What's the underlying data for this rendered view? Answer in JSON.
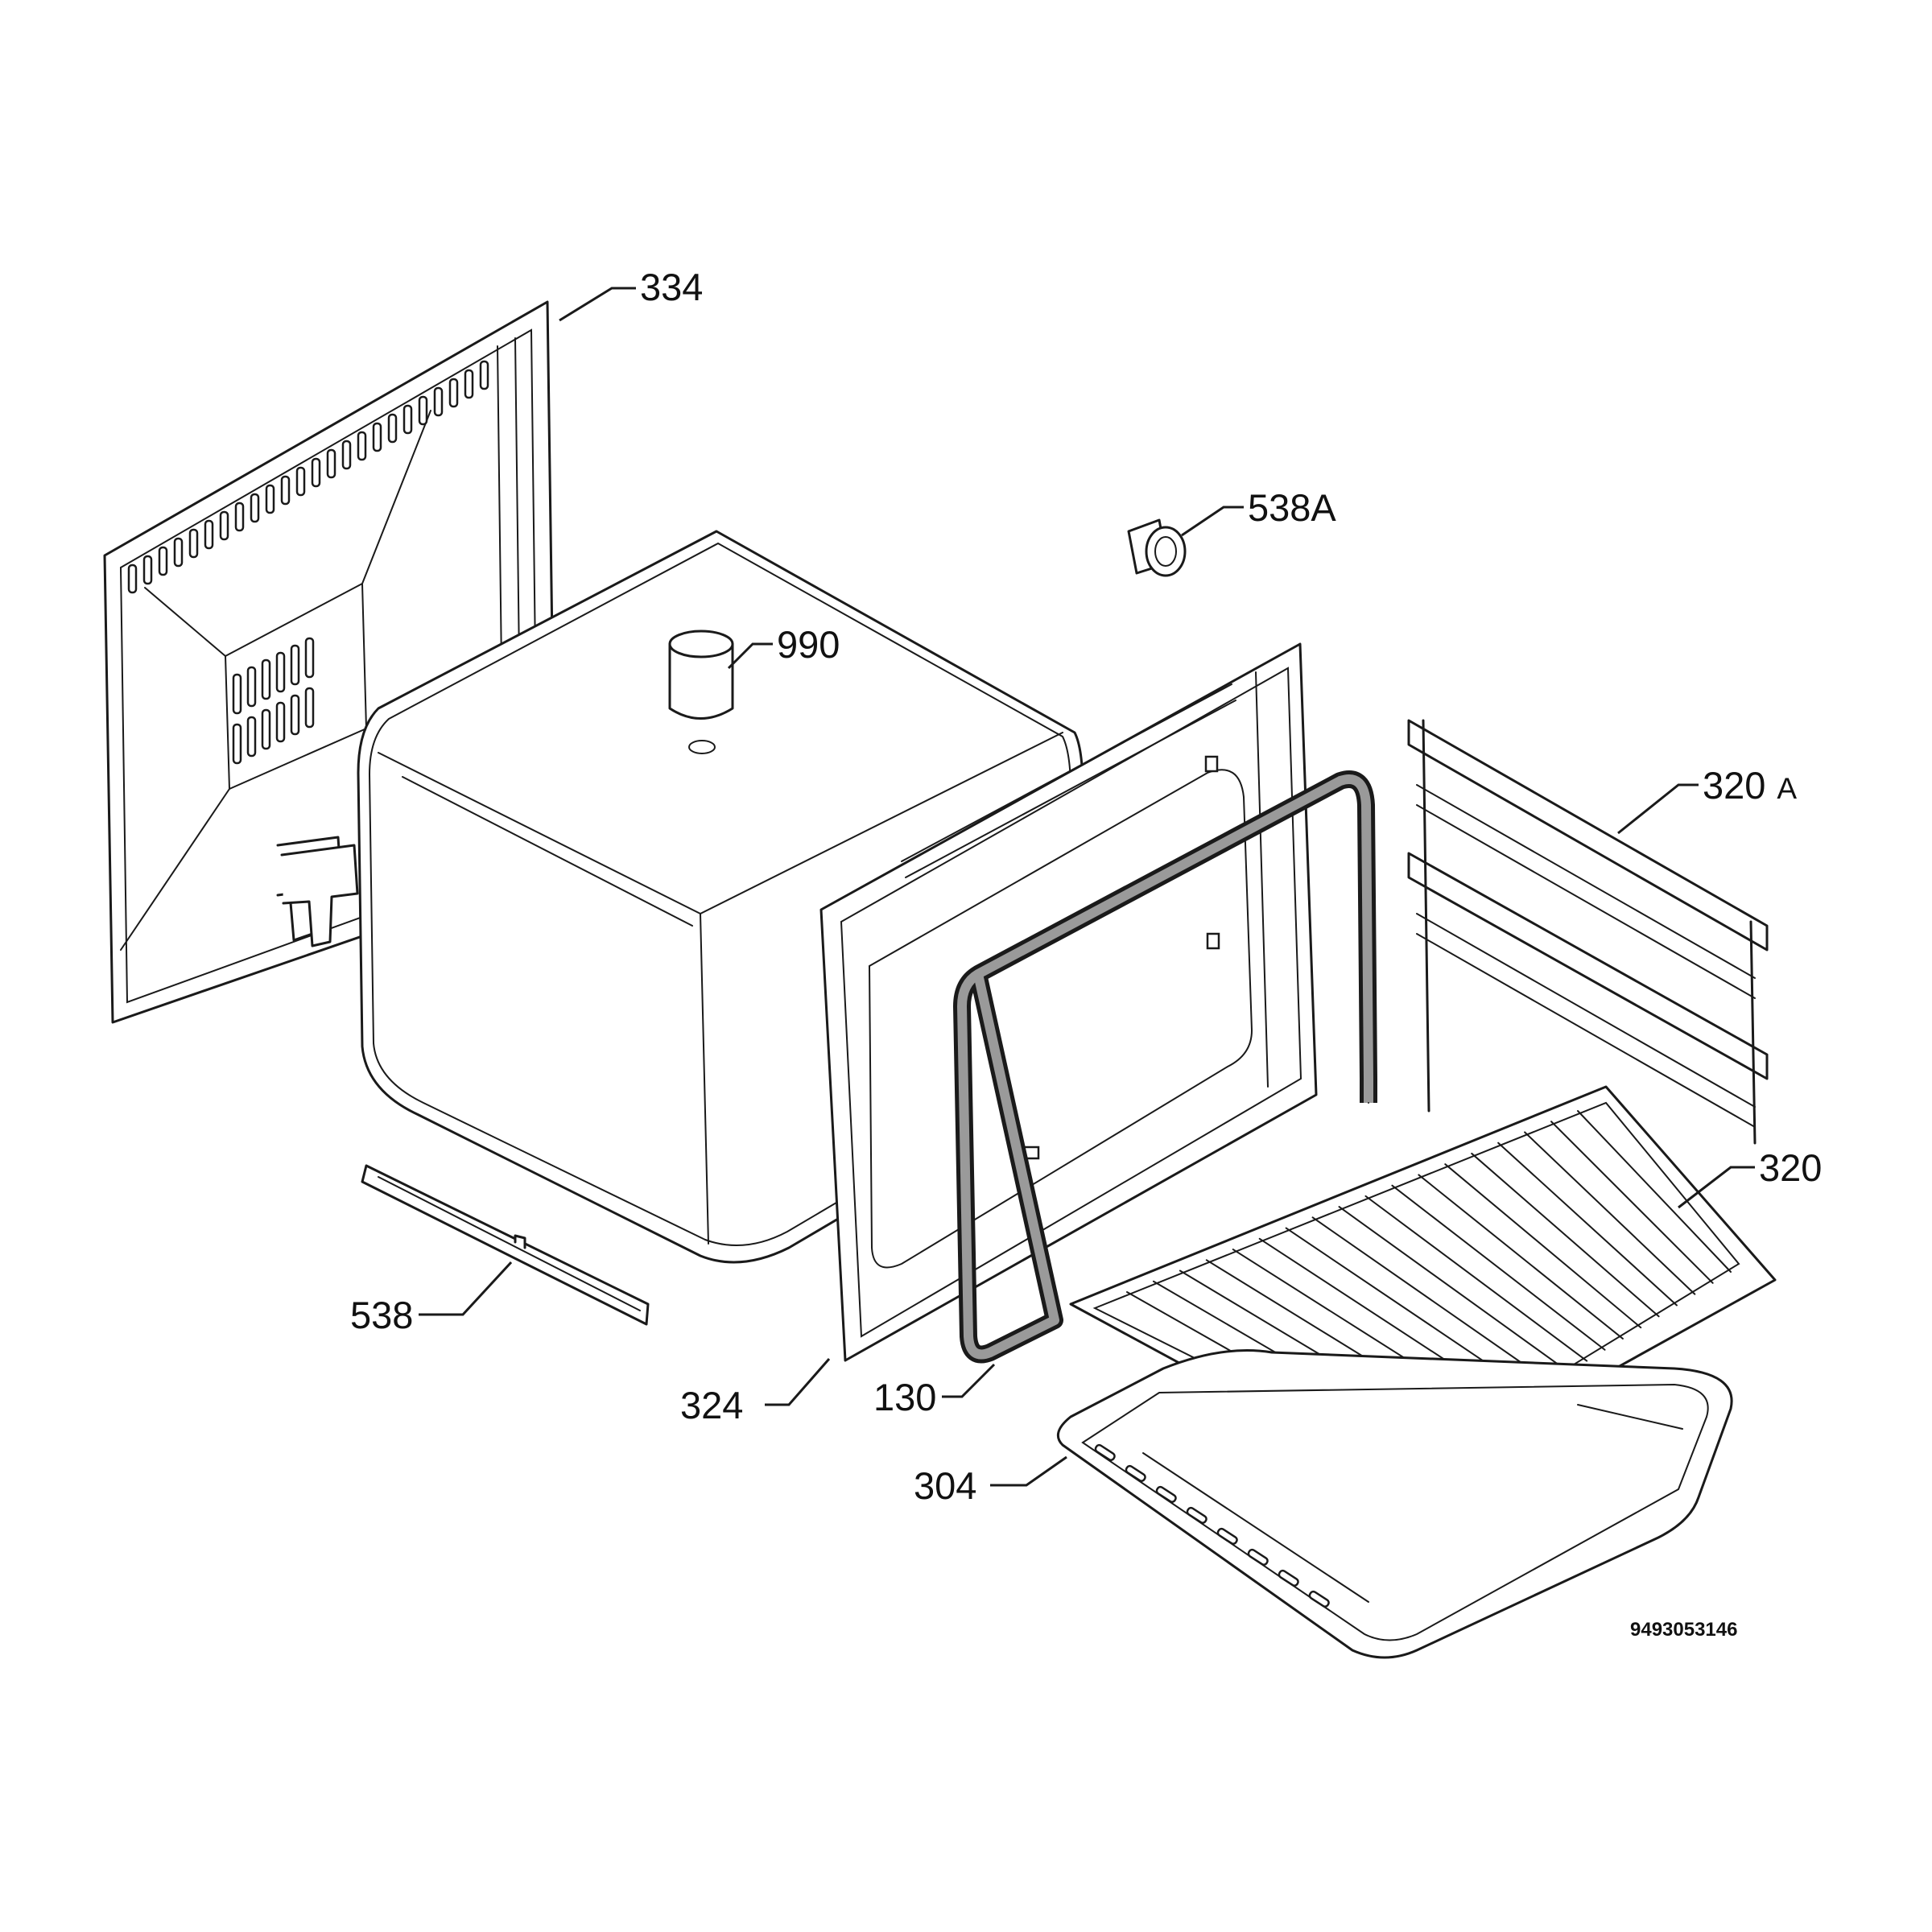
{
  "callouts": {
    "rear_panel": "334",
    "fastener_top": "538A",
    "fan_housing": "990",
    "shelf_support": "320",
    "shelf_support_suffix": "A",
    "wire_rack": "320",
    "bottom_strip": "538",
    "front_frame": "324",
    "door_gasket": "130",
    "baking_tray": "304"
  },
  "document_number": "9493053146",
  "colors": {
    "ink": "#1a1a1a",
    "paper": "#ffffff",
    "gasket_fill": "#9a9a9a"
  }
}
